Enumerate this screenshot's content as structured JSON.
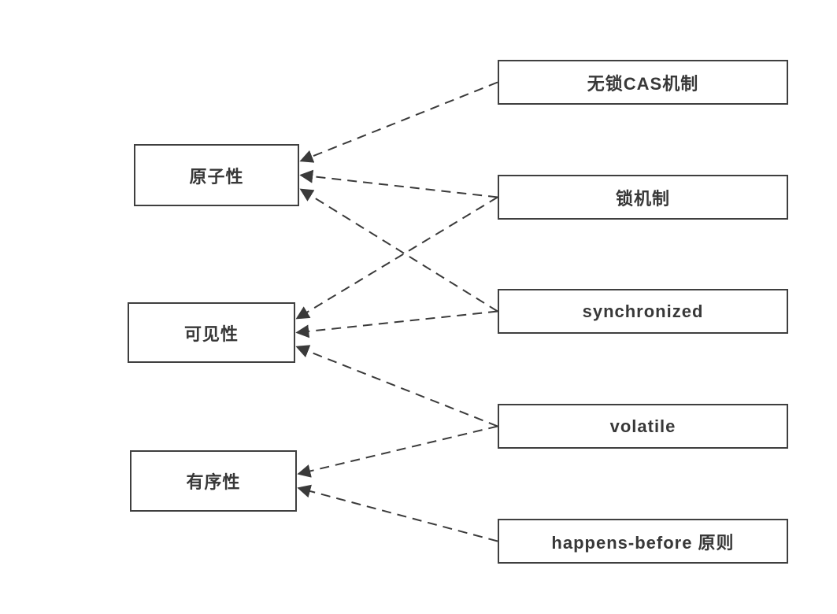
{
  "colors": {
    "line": "#3a3a3a",
    "border": "#3f3f3f",
    "text": "#383838",
    "background": "#ffffff"
  },
  "nodes": {
    "atomicity": {
      "label": "原子性"
    },
    "visibility": {
      "label": "可见性"
    },
    "ordering": {
      "label": "有序性"
    },
    "cas": {
      "label": "无锁CAS机制"
    },
    "lock": {
      "label": "锁机制"
    },
    "synchronized": {
      "label": "synchronized"
    },
    "volatile": {
      "label": "volatile"
    },
    "happens_before": {
      "label": "happens-before 原则"
    }
  },
  "edges": [
    {
      "from": "cas",
      "to": "atomicity"
    },
    {
      "from": "lock",
      "to": "atomicity"
    },
    {
      "from": "synchronized",
      "to": "atomicity"
    },
    {
      "from": "lock",
      "to": "visibility"
    },
    {
      "from": "synchronized",
      "to": "visibility"
    },
    {
      "from": "volatile",
      "to": "visibility"
    },
    {
      "from": "volatile",
      "to": "ordering"
    },
    {
      "from": "happens_before",
      "to": "ordering"
    }
  ]
}
